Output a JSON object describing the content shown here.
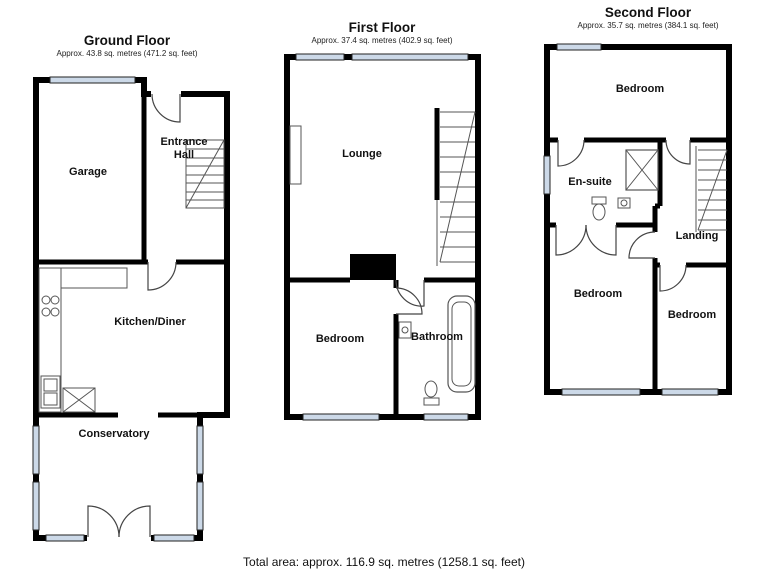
{
  "page": {
    "background": "#ffffff",
    "footer": {
      "total_area": "Total area: approx. 116.9 sq. metres (1258.1 sq. feet)"
    }
  },
  "colors": {
    "wall": "#000000",
    "window_fill": "#ccd9e8",
    "door_line": "#444444",
    "fixture_line": "#555555",
    "text": "#111111"
  },
  "floors": {
    "ground": {
      "title": "Ground Floor",
      "subtitle": "Approx. 43.8 sq. metres (471.2 sq. feet)",
      "rooms": {
        "garage": "Garage",
        "entrance_hall": "Entrance Hall",
        "kitchen_diner": "Kitchen/Diner",
        "conservatory": "Conservatory"
      }
    },
    "first": {
      "title": "First Floor",
      "subtitle": "Approx. 37.4 sq. metres (402.9 sq. feet)",
      "rooms": {
        "lounge": "Lounge",
        "bedroom": "Bedroom",
        "bathroom": "Bathroom"
      }
    },
    "second": {
      "title": "Second Floor",
      "subtitle": "Approx. 35.7 sq. metres (384.1 sq. feet)",
      "rooms": {
        "bedroom_top": "Bedroom",
        "en_suite": "En-suite",
        "landing": "Landing",
        "bedroom_left": "Bedroom",
        "bedroom_right": "Bedroom"
      }
    }
  }
}
